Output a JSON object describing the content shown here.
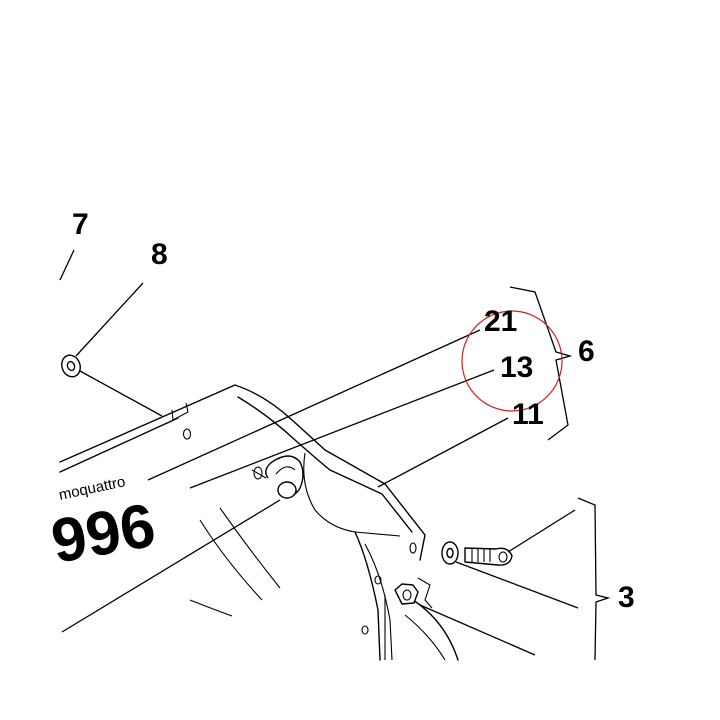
{
  "callouts": {
    "c7": "7",
    "c8": "8",
    "c21": "21",
    "c13": "13",
    "c11": "11",
    "c6": "6",
    "c3": "3"
  },
  "decal": {
    "model_text": "moquattro",
    "model_number": "996"
  },
  "colors": {
    "ink": "#000000",
    "highlight_circle": "#cc2222",
    "background": "#ffffff"
  }
}
